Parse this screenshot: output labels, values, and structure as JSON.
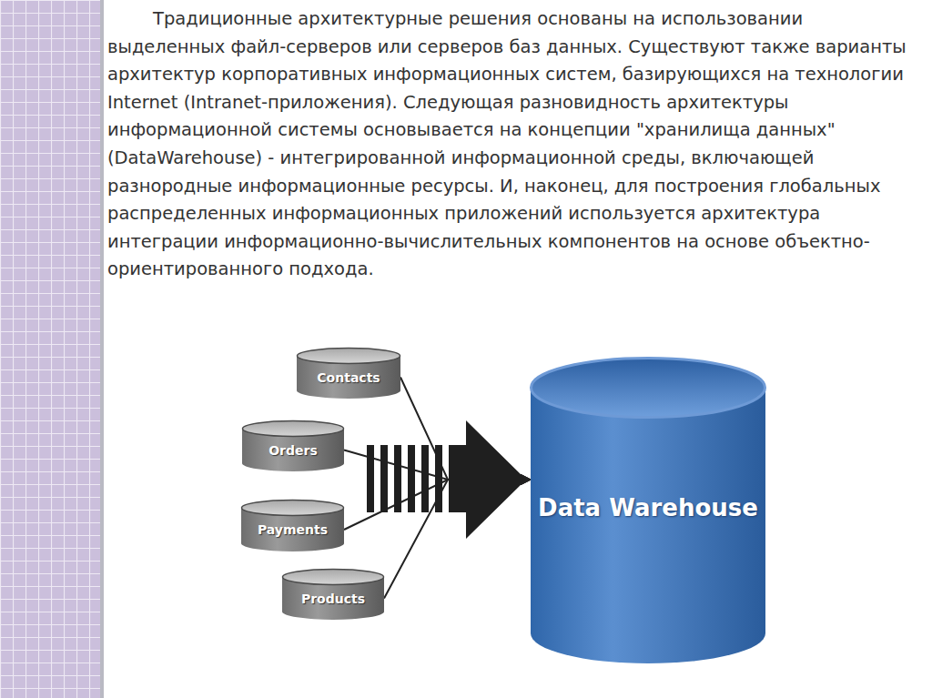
{
  "diagram": {
    "nodes": [
      {
        "text": [
          "Contacts"
        ]
      },
      {
        "text": [
          "Orders"
        ]
      },
      {
        "text": [
          "Payments"
        ]
      },
      {
        "text": [
          "Products"
        ]
      },
      {
        "text": [
          "Data Warehouse"
        ]
      }
    ],
    "edges": [
      {
        "from": 0,
        "to": 4,
        "arrow": "to"
      },
      {
        "from": 1,
        "to": 4,
        "arrow": "to"
      },
      {
        "from": 2,
        "to": 4,
        "arrow": "to"
      },
      {
        "from": 3,
        "to": 4,
        "arrow": "to"
      }
    ],
    "labels": [
      "Традиционные архитектурные решения основаны на использовании выделенных файл-серверов или серверов баз данных. Существуют также варианты архитектур корпоративных информационных систем, базирующихся на технологии Internet (Intranet-приложения). Следующая разновидность архитектуры информационной системы основывается на концепции \"хранилища данных\" (DataWarehouse) - интегрированной информационной среды, включающей разнородные информационные ресурсы. И, наконец, для построения глобальных распределенных информационных приложений используется архитектура интеграции информационно-вычислительных компонентов на основе объектно-ориентированного подхода."
    ]
  }
}
